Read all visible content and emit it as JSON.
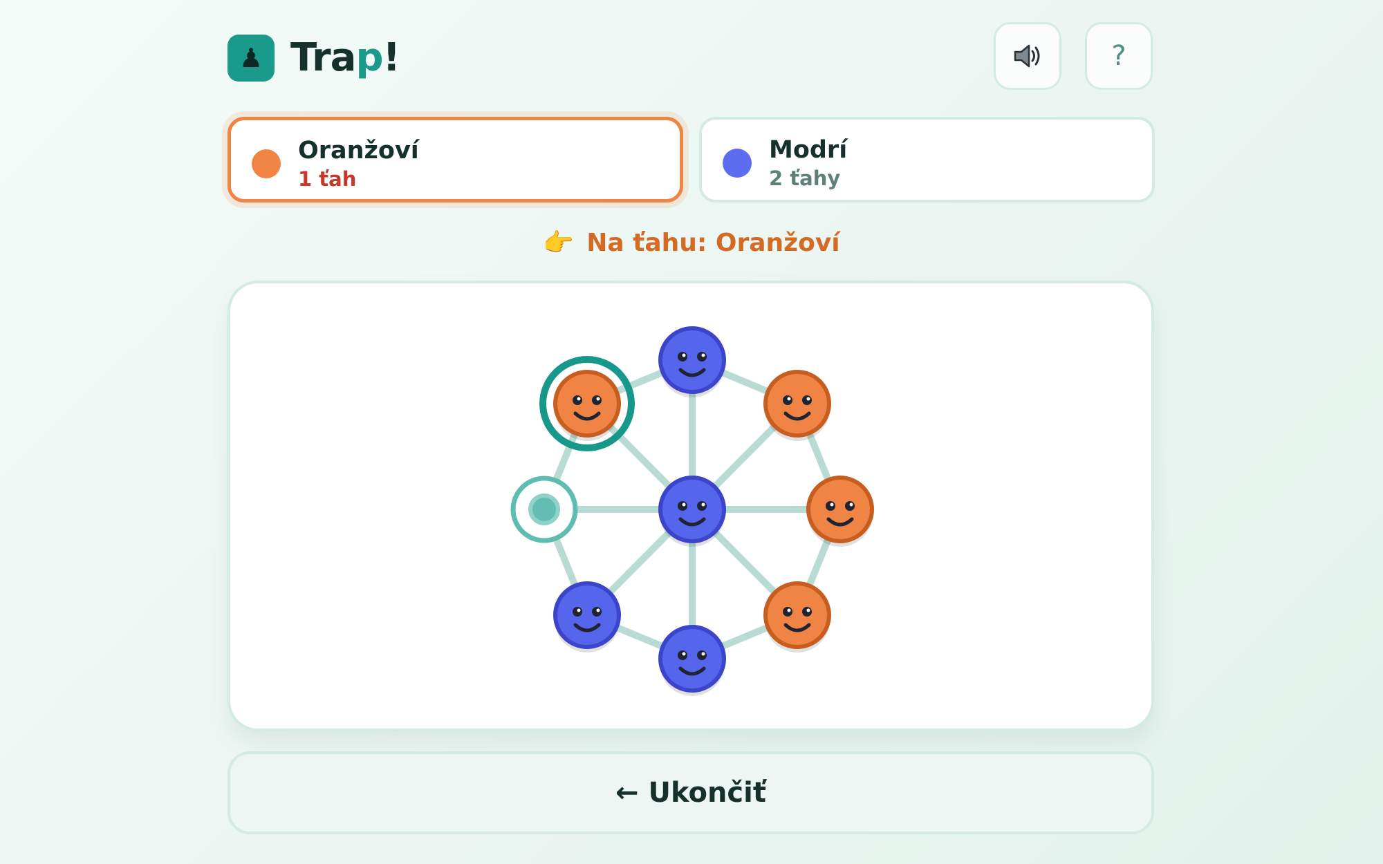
{
  "app": {
    "title_main": "Tra",
    "title_accent": "p",
    "title_end": "!",
    "logo_glyph": "♟"
  },
  "header": {
    "sound_icon": "speaker-icon",
    "help_label": "?"
  },
  "players": [
    {
      "name": "Oranžoví",
      "moves": "1 ťah",
      "color": "#ef8444",
      "moves_color": "#c23b2c",
      "active": true
    },
    {
      "name": "Modrí",
      "moves": "2 ťahy",
      "color": "#5e6cf0",
      "moves_color": "#5f7f79",
      "active": false
    }
  ],
  "turn": {
    "emoji": "👉",
    "text": "Na ťahu: Oranžoví"
  },
  "exit": {
    "label": "← Ukončiť"
  },
  "colors": {
    "accent": "#1a9a8a",
    "orange": "#ef8444",
    "orange_dark": "#c75d1f",
    "blue": "#5566ec",
    "blue_dark": "#3c45c9",
    "edge": "#b8dcd4",
    "selection": "#18988a"
  },
  "game": {
    "nodes": [
      {
        "id": "top",
        "piece": "blue"
      },
      {
        "id": "top-right",
        "piece": "orange"
      },
      {
        "id": "right",
        "piece": "orange"
      },
      {
        "id": "bottom-right",
        "piece": "orange"
      },
      {
        "id": "bottom",
        "piece": "blue"
      },
      {
        "id": "bottom-left",
        "piece": "blue"
      },
      {
        "id": "left",
        "piece": "empty",
        "highlight": "target"
      },
      {
        "id": "top-left",
        "piece": "orange",
        "highlight": "selected"
      },
      {
        "id": "center",
        "piece": "blue"
      }
    ]
  }
}
